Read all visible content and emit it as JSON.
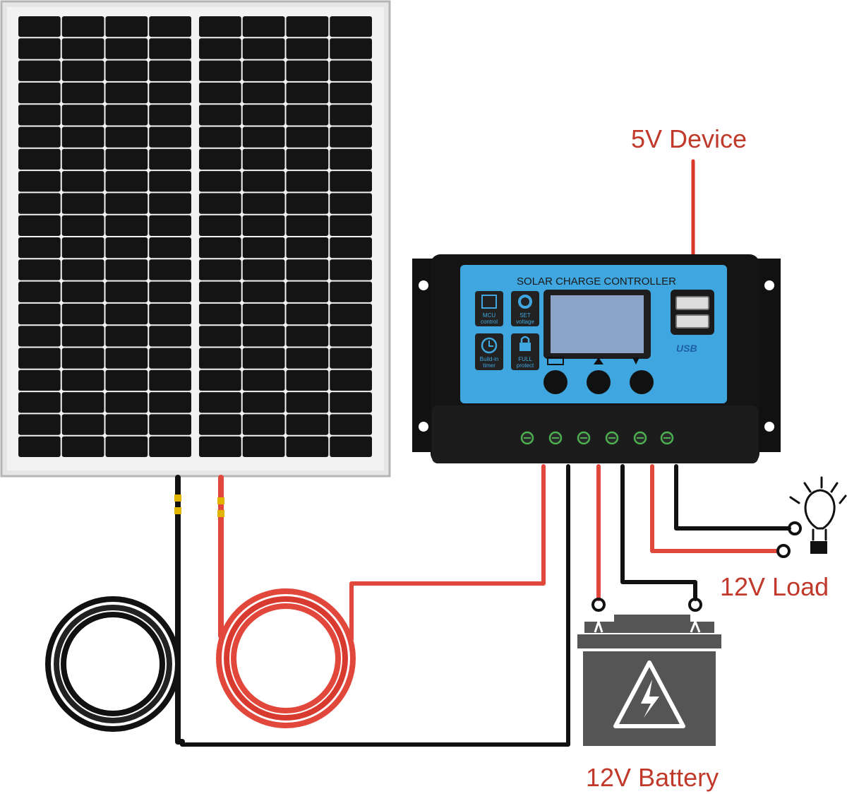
{
  "labels": {
    "usb_device": "5V Device",
    "load": "12V Load",
    "battery": "12V Battery"
  },
  "controller": {
    "title": "SOLAR CHARGE CONTROLLER",
    "icons": [
      {
        "name": "chip-icon",
        "line1": "MCU",
        "line2": "control"
      },
      {
        "name": "gear-icon",
        "line1": "SET",
        "line2": "voltage"
      },
      {
        "name": "clock-icon",
        "line1": "Build-in",
        "line2": "timer"
      },
      {
        "name": "lock-icon",
        "line1": "FULL",
        "line2": "protect"
      }
    ],
    "usb_label": "USB"
  },
  "colors": {
    "label_red": "#c0392b",
    "wire_red": "#e2473c",
    "wire_black": "#111111",
    "panel_face": "#3fa6df",
    "battery_gray": "#555555"
  }
}
